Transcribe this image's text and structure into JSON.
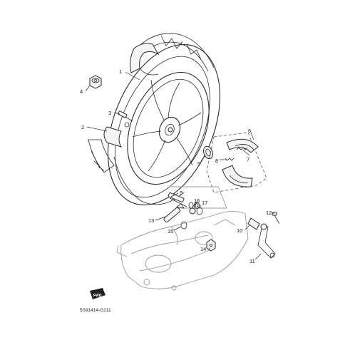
{
  "diagram": {
    "callouts": [
      {
        "id": "1",
        "label": "1"
      },
      {
        "id": "2",
        "label": "2"
      },
      {
        "id": "3",
        "label": "3"
      },
      {
        "id": "4",
        "label": "4"
      },
      {
        "id": "5",
        "label": "5"
      },
      {
        "id": "6",
        "label": "6"
      },
      {
        "id": "7",
        "label": "7"
      },
      {
        "id": "8",
        "label": "8"
      },
      {
        "id": "9",
        "label": "9"
      },
      {
        "id": "10",
        "label": "10"
      },
      {
        "id": "11",
        "label": "11"
      },
      {
        "id": "12",
        "label": "12"
      },
      {
        "id": "13",
        "label": "13"
      },
      {
        "id": "14",
        "label": "14"
      },
      {
        "id": "15",
        "label": "15"
      },
      {
        "id": "16",
        "label": "16"
      },
      {
        "id": "17",
        "label": "17"
      }
    ],
    "fwd_label": "FWD",
    "drawing_code": "5S91414-G211"
  }
}
